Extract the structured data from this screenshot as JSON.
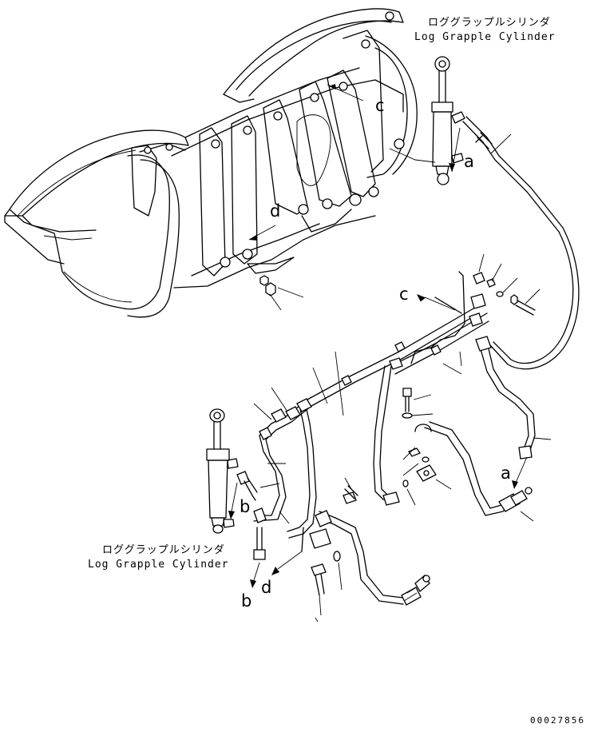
{
  "labels": {
    "top_cylinder_jp": "ロググラップルシリンダ",
    "top_cylinder_en": "Log Grapple Cylinder",
    "bottom_cylinder_jp": "ロググラップルシリンダ",
    "bottom_cylinder_en": "Log Grapple Cylinder"
  },
  "refs": {
    "c_top": "c",
    "a_top": "a",
    "d_top": "d",
    "c_mid": "c",
    "a_right": "a",
    "b_left": "b",
    "b_bottom": "b",
    "d_bottom": "d"
  },
  "drawing_code": "00027856"
}
